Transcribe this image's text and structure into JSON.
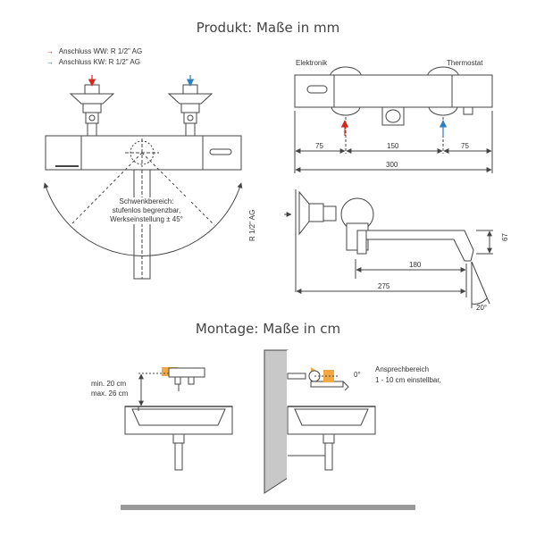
{
  "headings": {
    "product": "Produkt: Maße in mm",
    "mounting": "Montage: Maße in cm"
  },
  "legend": {
    "warm": {
      "label": "Anschluss WW:",
      "value": "R 1/2\" AG",
      "arrow": "→"
    },
    "cold": {
      "label": "Anschluss KW:",
      "value": "R 1/2\" AG",
      "arrow": "→"
    }
  },
  "front_labels": {
    "electronic": "Elektronik",
    "thermostat": "Thermostat"
  },
  "swivel_note": {
    "line1": "Schwenkbereich:",
    "line2": "stufenlos begrenzbar,",
    "line3": "Werkseinstellung ± 45°"
  },
  "dimensions": {
    "left_offset": "75",
    "center_span": "150",
    "right_offset": "75",
    "total_width": "300",
    "thread": "R 1/2\" AG",
    "height": "67",
    "spout_reach": "180",
    "total_depth": "275",
    "spout_angle": "20°"
  },
  "mounting": {
    "height_min": "min. 20 cm",
    "height_max": "max. 26 cm",
    "zero_angle": "0°",
    "sensor_line1": "Ansprechbereich",
    "sensor_line2": "1 - 10 cm einstellbar,"
  },
  "colors": {
    "line": "#444444",
    "warm_arrow": "#d9261c",
    "cold_arrow": "#2d7fc1",
    "sensor_orange": "#f3a843",
    "wall_fill": "#c8c8c8",
    "floor": "#9a9a9a"
  },
  "icons": [
    "warm-arrow-icon",
    "cold-arrow-icon",
    "sensor-wave-icon"
  ]
}
